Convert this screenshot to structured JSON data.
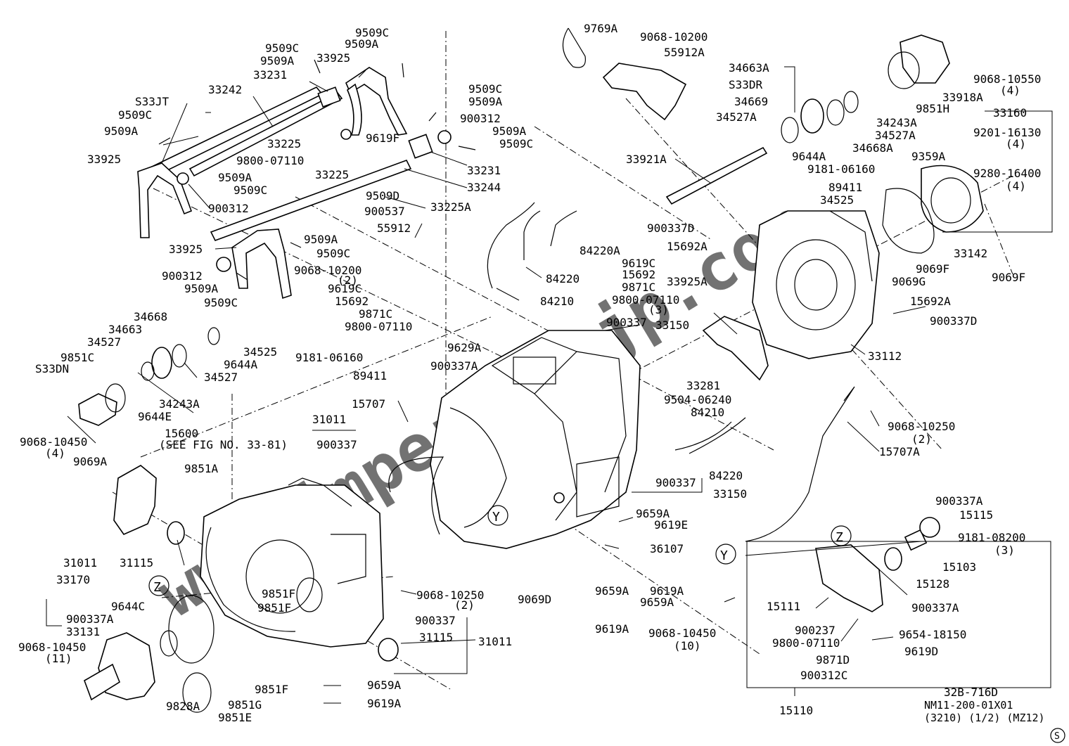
{
  "diagram": {
    "drawing_code": "32B-716D",
    "catalog_ref": "NM11-200-01X01",
    "catalog_sub": "(3210) (1/2) (MZ12)",
    "corner_mark": "S",
    "watermark": "www.imperial-jp.com",
    "callouts": [
      "Y",
      "Z"
    ],
    "note": "(SEE FIG NO. 33-81)",
    "labels": [
      "9509C",
      "9509A",
      "9509C",
      "9509A",
      "33925",
      "33231",
      "33242",
      "S33JT",
      "9509C",
      "9509A",
      "33925",
      "33225",
      "9800-07110",
      "33225",
      "9509A",
      "9509C",
      "900312",
      "9619F",
      "9509C",
      "9509A",
      "900312",
      "9509A",
      "9509C",
      "33231",
      "33244",
      "9509D",
      "33225A",
      "900537",
      "55912",
      "9509A",
      "9509C",
      "33925",
      "900312",
      "9509A",
      "9509C",
      "9068-10200",
      "(2)",
      "9619C",
      "15692",
      "9871C",
      "9800-07110",
      "9769A",
      "9068-10200",
      "55912A",
      "34663A",
      "S33DR",
      "34669",
      "34527A",
      "9644A",
      "34668A",
      "34243A",
      "34527A",
      "9851H",
      "33918A",
      "9068-10550",
      "(4)",
      "33160",
      "9201-16130",
      "(4)",
      "9359A",
      "9280-16400",
      "(4)",
      "33921A",
      "9181-06160",
      "89411",
      "34525",
      "900337D",
      "15692A",
      "33142",
      "9069F",
      "9069G",
      "9069F",
      "84220A",
      "84220",
      "84210",
      "9619C",
      "15692",
      "9871C",
      "9800-07110",
      "(3)",
      "900337",
      "33150",
      "33925A",
      "15692A",
      "900337D",
      "33112",
      "34668",
      "34663",
      "34527",
      "9851C",
      "S33DN",
      "34525",
      "9644A",
      "34527",
      "9644E",
      "34243A",
      "9068-10450",
      "(4)",
      "9181-06160",
      "89411",
      "9629A",
      "900337A",
      "33281",
      "9504-06240",
      "84210",
      "84220",
      "900337",
      "33150",
      "15707",
      "31011",
      "900337",
      "15600",
      "9069A",
      "9851A",
      "9068-10250",
      "(2)",
      "15707A",
      "31011",
      "31115",
      "9659A",
      "9619E",
      "36107",
      "9068-10250",
      "(2)",
      "9069D",
      "9659A",
      "9619A",
      "9659A",
      "9619A",
      "33170",
      "9644C",
      "900337A",
      "33131",
      "9068-10450",
      "(11)",
      "9851F",
      "9851F",
      "9851F",
      "9828A",
      "9851G",
      "9851E",
      "900337",
      "31115",
      "31011",
      "9659A",
      "9619A",
      "900337A",
      "15115",
      "9181-08200",
      "(3)",
      "15103",
      "15128",
      "15111",
      "900337A",
      "9068-10450",
      "(10)",
      "900237",
      "9654-18150",
      "9800-07110",
      "9871D",
      "9619D",
      "900312C",
      "15110"
    ]
  }
}
